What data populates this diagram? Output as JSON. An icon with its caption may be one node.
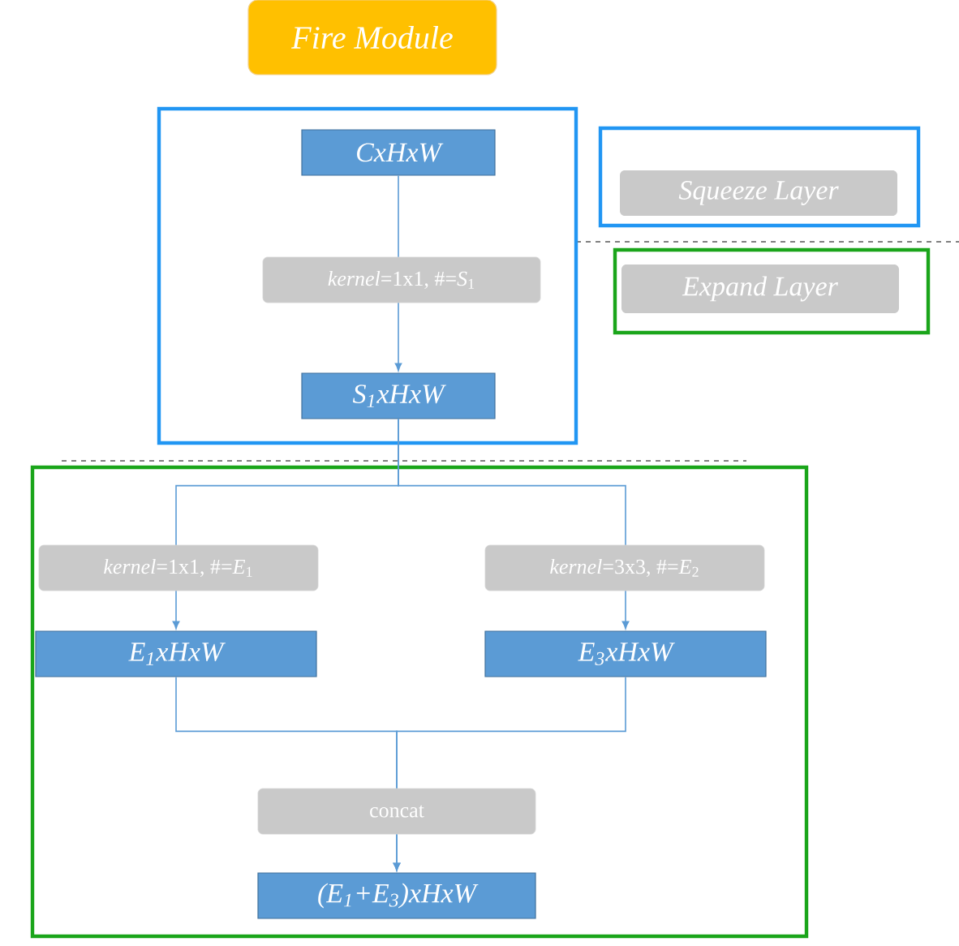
{
  "diagram": {
    "nodes": [
      {
        "text": [
          "Fire Module"
        ]
      },
      {
        "text": [],
        "shape": "box"
      },
      {
        "text": [
          "CxHxW"
        ],
        "in": 1
      },
      {
        "text": [
          "S$_{1}$xHxW"
        ],
        "in": 1
      },
      {
        "text": [],
        "shape": "box"
      },
      {
        "text": [
          "E$_{1}$xHxW"
        ],
        "in": 4
      },
      {
        "text": [
          "E$_{3}$xHxW"
        ],
        "in": 4
      },
      {
        "text": [
          "(E$_{1}$+E$_{3}$)xHxW"
        ],
        "in": 4
      }
    ],
    "edges": [
      {
        "from": 2,
        "to": 3,
        "arrow": "to",
        "label": "*kernel*=1x1, #=*S*$_{1}$"
      },
      {
        "from": 3,
        "to": 5,
        "arrow": "to",
        "label": "*kernel*=1x1, #=*E*$_{1}$"
      },
      {
        "from": 3,
        "to": 6,
        "arrow": "to",
        "label": "*kernel*=3x3, #=*E*$_{2}$"
      },
      {
        "from": 5,
        "to": 7,
        "arrow": "to",
        "label": "concat"
      },
      {
        "from": 6,
        "to": 7,
        "arrow": "to"
      }
    ],
    "legend": [
      {
        "text": "Squeeze Layer",
        "color": "#2196f3"
      },
      {
        "text": "Expand Layer",
        "color": "#1aa51a"
      }
    ]
  }
}
